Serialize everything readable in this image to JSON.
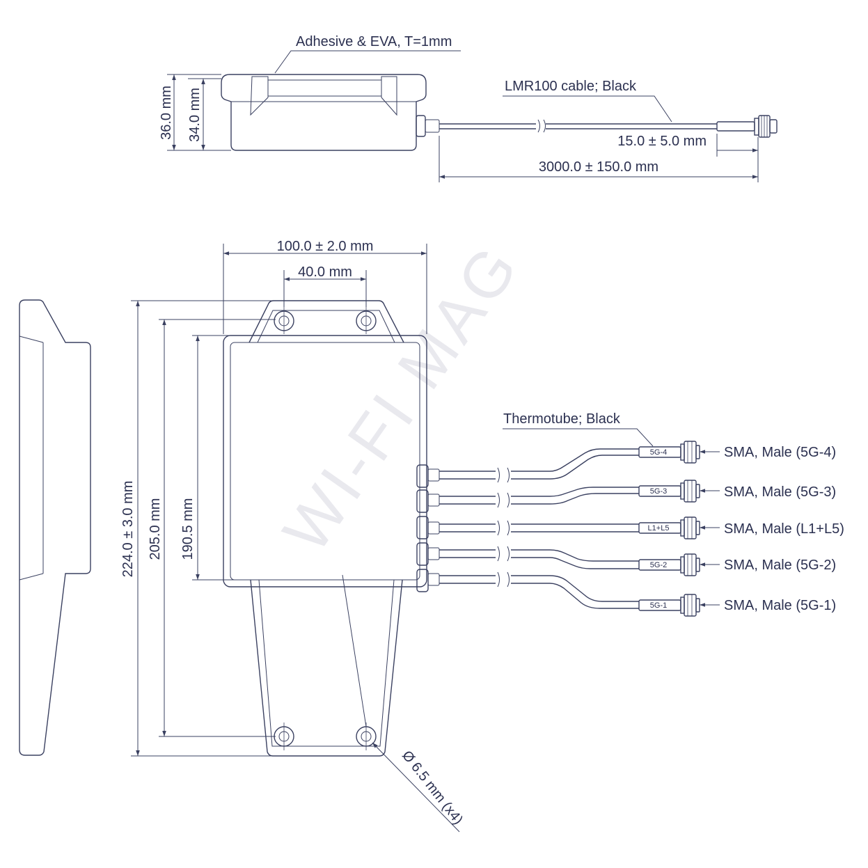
{
  "watermark": "WI-FI MAG",
  "side_view": {
    "adhesive_label": "Adhesive & EVA, T=1mm",
    "height_outer": "36.0 mm",
    "height_inner": "34.0 mm",
    "cable_label": "LMR100 cable; Black",
    "connector_length": "15.0 ± 5.0 mm",
    "cable_length": "3000.0 ± 150.0 mm"
  },
  "top_view": {
    "width": "100.0 ± 2.0 mm",
    "hole_spacing": "40.0 mm",
    "length_outer": "224.0 ± 3.0 mm",
    "length_mid": "205.0 mm",
    "length_inner": "190.5 mm",
    "hole_diameter": "Ø 6.5 mm (x4)",
    "thermotube_label": "Thermotube; Black"
  },
  "connectors": [
    {
      "tag": "5G-4",
      "label": "SMA, Male (5G-4)"
    },
    {
      "tag": "5G-3",
      "label": "SMA, Male (5G-3)"
    },
    {
      "tag": "L1+L5",
      "label": "SMA, Male (L1+L5)"
    },
    {
      "tag": "5G-2",
      "label": "SMA, Male (5G-2)"
    },
    {
      "tag": "5G-1",
      "label": "SMA, Male (5G-1)"
    }
  ]
}
